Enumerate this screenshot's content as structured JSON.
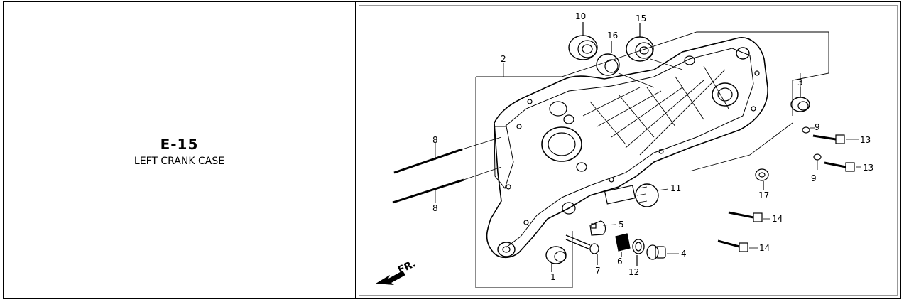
{
  "page": {
    "part_code": "E-15",
    "part_name": "LEFT CRANK CASE"
  },
  "diagram": {
    "direction_label": "FR.",
    "callouts": [
      "1",
      "2",
      "3",
      "4",
      "5",
      "6",
      "7",
      "8",
      "8",
      "9",
      "9",
      "10",
      "11",
      "12",
      "13",
      "13",
      "14",
      "14",
      "15",
      "16",
      "17"
    ]
  }
}
